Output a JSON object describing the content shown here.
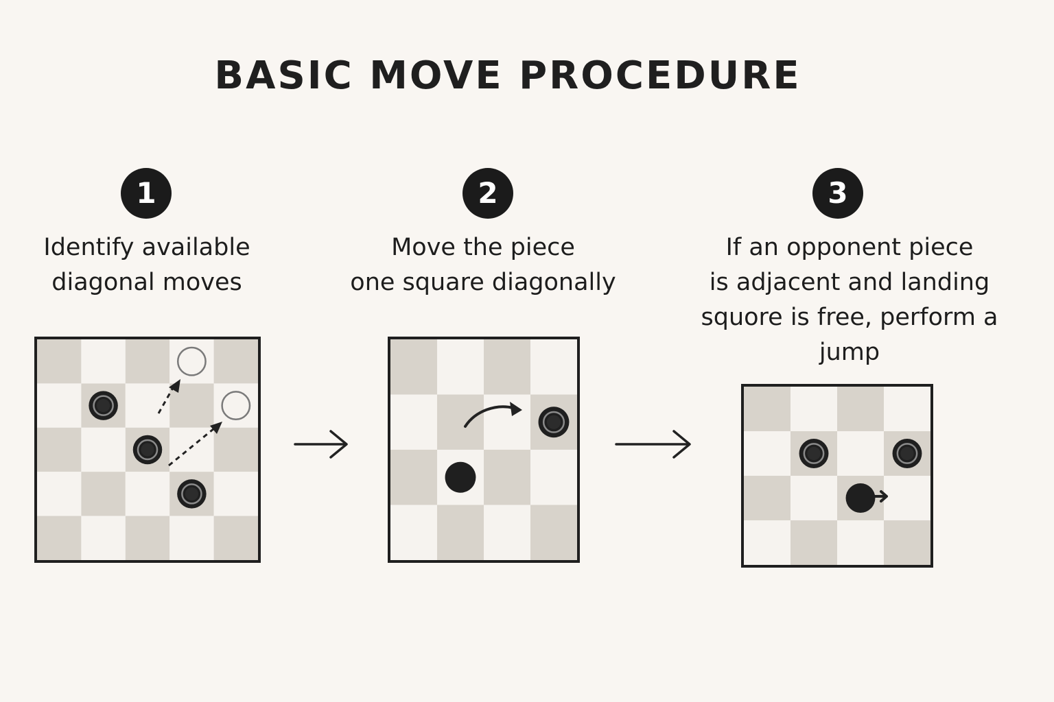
{
  "title": "BASIC MOVE PROCEDURE",
  "steps": [
    {
      "number": "1",
      "lines": [
        "Identify available",
        "diagonal moves"
      ]
    },
    {
      "number": "2",
      "lines": [
        "Move the piece",
        "one square diagonally"
      ]
    },
    {
      "number": "3",
      "lines": [
        "If an opponent piece",
        "is adjacent and landing",
        "squore is free, perform a",
        "jump"
      ]
    }
  ],
  "colors": {
    "background": "#f9f6f2",
    "light_square": "#f6f3ef",
    "dark_square": "#d8d3cb",
    "piece": "#1f1f1f",
    "board_border": "#1f1f1f",
    "arrow": "#222222",
    "target_ring": "#7a7a7a"
  },
  "boards": [
    {
      "board_size": 5,
      "pieces": [
        {
          "row": 1,
          "col": 1,
          "style": "ringed"
        },
        {
          "row": 2,
          "col": 2,
          "style": "ringed"
        },
        {
          "row": 3,
          "col": 3,
          "style": "ringed"
        }
      ],
      "targets": [
        {
          "row": 0,
          "col": 3
        },
        {
          "row": 1,
          "col": 4
        }
      ],
      "arrow_style": "dashed"
    },
    {
      "board_size": 4,
      "pieces": [
        {
          "row": 1,
          "col": 3,
          "style": "ringed"
        },
        {
          "row": 2,
          "col": 1,
          "style": "solid"
        }
      ],
      "arrow_style": "curved"
    },
    {
      "board_size": 4,
      "pieces": [
        {
          "row": 1,
          "col": 1,
          "style": "ringed"
        },
        {
          "row": 1,
          "col": 3,
          "style": "ringed"
        },
        {
          "row": 2,
          "col": 2,
          "style": "solid"
        }
      ],
      "arrow_style": "short"
    }
  ]
}
